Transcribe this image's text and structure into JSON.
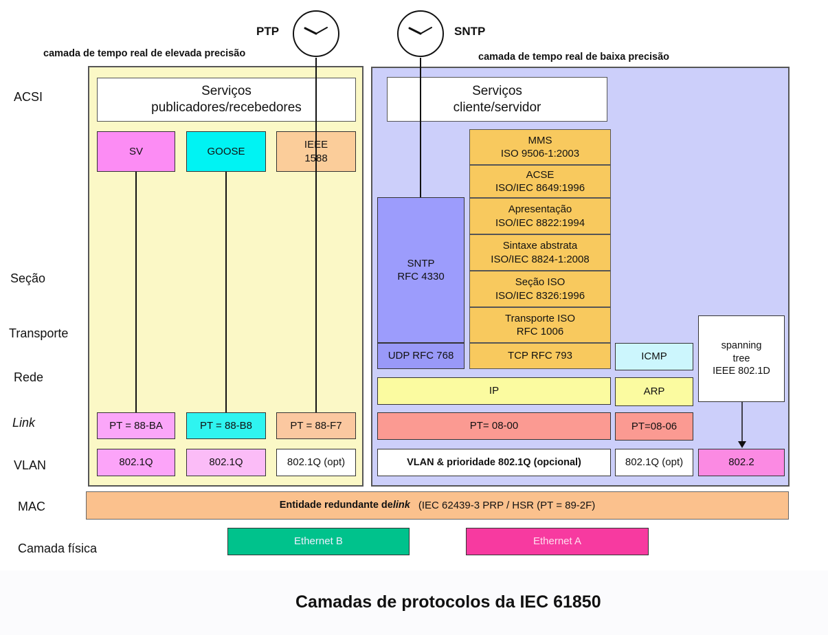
{
  "clocks": {
    "ptp_label": "PTP",
    "sntp_label": "SNTP"
  },
  "headings": {
    "left": "camada de tempo real de elevada precisão",
    "right": "camada de tempo real de baixa precisão"
  },
  "row_labels": {
    "acsi": "ACSI",
    "secao": "Seção",
    "transporte": "Transporte",
    "rede": "Rede",
    "link": "Link",
    "vlan": "VLAN",
    "mac": "MAC",
    "fisica": "Camada física"
  },
  "left": {
    "services": {
      "line1": "Serviços",
      "line2": "publicadores/recebedores"
    },
    "sv": "SV",
    "goose": "GOOSE",
    "ieee": {
      "line1": "IEEE",
      "line2": "1588"
    },
    "pt_sv": "PT = 88-BA",
    "pt_goose": "PT = 88-B8",
    "pt_ieee": "PT = 88-F7",
    "vlan_sv": "802.1Q",
    "vlan_goose": "802.1Q",
    "vlan_ieee": "802.1Q (opt)"
  },
  "right": {
    "services": {
      "line1": "Serviços",
      "line2": "cliente/servidor"
    },
    "sntp": {
      "line1": "SNTP",
      "line2": "RFC 4330"
    },
    "udp": "UDP RFC 768",
    "stack": [
      {
        "line1": "MMS",
        "line2": "ISO 9506-1:2003"
      },
      {
        "line1": "ACSE",
        "line2": "ISO/IEC 8649:1996"
      },
      {
        "line1": "Apresentação",
        "line2": "ISO/IEC 8822:1994"
      },
      {
        "line1": "Sintaxe abstrata",
        "line2": "ISO/IEC 8824-1:2008"
      },
      {
        "line1": "Seção ISO",
        "line2": "ISO/IEC 8326:1996"
      },
      {
        "line1": "Transporte ISO",
        "line2": "RFC 1006"
      }
    ],
    "tcp": "TCP RFC 793",
    "icmp": "ICMP",
    "spanning": {
      "line1": "spanning",
      "line2": "tree",
      "line3": "IEEE 802.1D"
    },
    "ip": "IP",
    "arp": "ARP",
    "pt_ip": "PT= 08-00",
    "pt_arp": "PT=08-06",
    "vlan_main": "VLAN & prioridade 802.1Q (opcional)",
    "vlan_arp": "802.1Q (opt)",
    "llc": "802.2"
  },
  "mac": {
    "prefix": "Entidade redundante de ",
    "italic": "link",
    "suffix": "(IEC 62439-3 PRP / HSR (PT = 89-2F)"
  },
  "physical": {
    "eth_b": "Ethernet B",
    "eth_a": "Ethernet A"
  },
  "caption": "Camadas de protocolos da IEC 61850",
  "colors": {
    "left_panel": "#fbf8c6",
    "right_panel": "#cccffa",
    "sv": "#fc8cf4",
    "goose": "#00f3f3",
    "ieee": "#fbcd9a",
    "pt_sv": "#fba6f9",
    "pt_goose": "#2ff4f0",
    "pt_ieee": "#fbc8a0",
    "vlan_sv": "#fca4f9",
    "vlan_goose": "#fbbcf7",
    "stack": "#f8c95e",
    "sntp": "#9c9cfc",
    "udp": "#9999f8",
    "icmp": "#ccf6fd",
    "ip": "#fbfba0",
    "arp": "#fbfba0",
    "pt_ip": "#fb9a92",
    "pt_arp": "#fb9a92",
    "llc": "#fb8ae3",
    "mac": "#fbc18d",
    "eth_b": "#00c28c",
    "eth_a": "#f73aa0"
  }
}
